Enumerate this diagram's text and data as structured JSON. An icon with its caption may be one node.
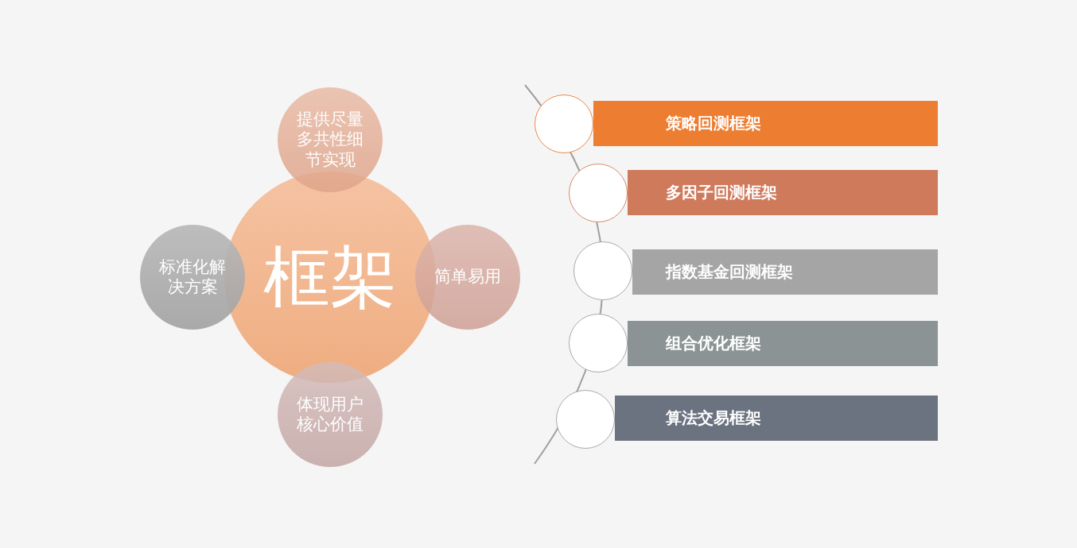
{
  "diagram": {
    "nodes": [
      {
        "text": [
          "提供尽量多共性细节实现"
        ]
      },
      {
        "text": [
          "标准化解决方案"
        ]
      },
      {
        "text": [
          "框架"
        ]
      },
      {
        "text": [
          "简单易用"
        ]
      },
      {
        "text": [
          "体现用户核心价值"
        ]
      },
      {
        "text": [],
        "shape": "circle"
      },
      {
        "text": [
          "策略回测框架"
        ]
      },
      {
        "text": [],
        "shape": "circle"
      },
      {
        "text": [
          "多因子回测框架"
        ]
      },
      {
        "text": [],
        "shape": "circle"
      },
      {
        "text": [
          "指数基金回测框架"
        ]
      },
      {
        "text": [],
        "shape": "circle"
      },
      {
        "text": [
          "组合优化框架"
        ]
      },
      {
        "text": [],
        "shape": "circle"
      },
      {
        "text": [
          "算法交易框架"
        ]
      }
    ]
  }
}
